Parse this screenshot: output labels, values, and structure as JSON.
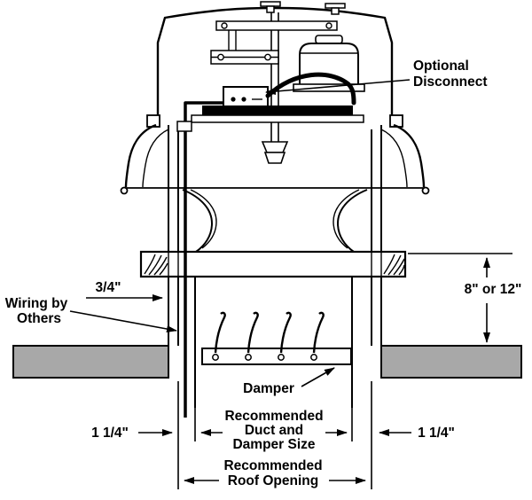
{
  "labels": {
    "optional_disconnect": {
      "line1": "Optional",
      "line2": "Disconnect"
    },
    "wiring_by_others": {
      "line1": "Wiring by",
      "line2": "Others"
    },
    "dim_curb_offset": "3/4\"",
    "dim_curb_height": "8\" or 12\"",
    "damper": "Damper",
    "dim_left_margin": "1 1/4\"",
    "dim_right_margin": "1 1/4\"",
    "duct_damper_size": {
      "line1": "Recommended",
      "line2": "Duct and",
      "line3": "Damper Size"
    },
    "roof_opening": {
      "line1": "Recommended",
      "line2": "Roof Opening"
    }
  },
  "colors": {
    "roof_fill": "#a8a8a8",
    "line": "#000000",
    "background": "#ffffff"
  }
}
